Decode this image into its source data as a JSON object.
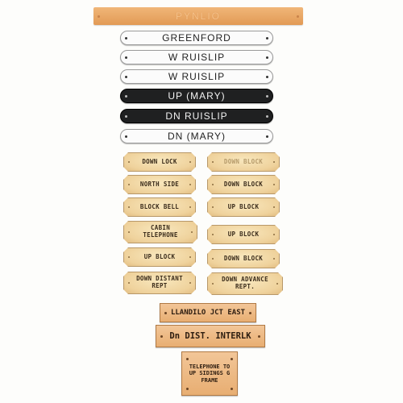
{
  "top_strip": {
    "text": "PYNLIO"
  },
  "enamel_plates": [
    {
      "text": "GREENFORD"
    },
    {
      "text": "W RUISLIP"
    },
    {
      "text": "W RUISLIP"
    },
    {
      "text": "UP (MARY)"
    },
    {
      "text": "DN RUISLIP"
    },
    {
      "text": "DN (MARY)"
    }
  ],
  "ivory_left": [
    {
      "text": "DOWN LOCK"
    },
    {
      "text": "NORTH SIDE"
    },
    {
      "text": "BLOCK BELL"
    },
    {
      "text": "CABIN TELEPHONE"
    },
    {
      "text": "UP BLOCK"
    },
    {
      "text": "DOWN DISTANT REPT"
    }
  ],
  "ivory_right": [
    {
      "text": "DOWN BLOCK"
    },
    {
      "text": "DOWN BLOCK"
    },
    {
      "text": "UP BLOCK"
    },
    {
      "text": "UP BLOCK"
    },
    {
      "text": "DOWN BLOCK"
    },
    {
      "text": "DOWN ADVANCE REPT."
    }
  ],
  "orange_plates": [
    {
      "text": "LLANDILO JCT EAST"
    },
    {
      "text": "Dn DIST. INTERLK"
    },
    {
      "text": "TELEPHONE TO UP SIDINGS G FRAME"
    }
  ]
}
